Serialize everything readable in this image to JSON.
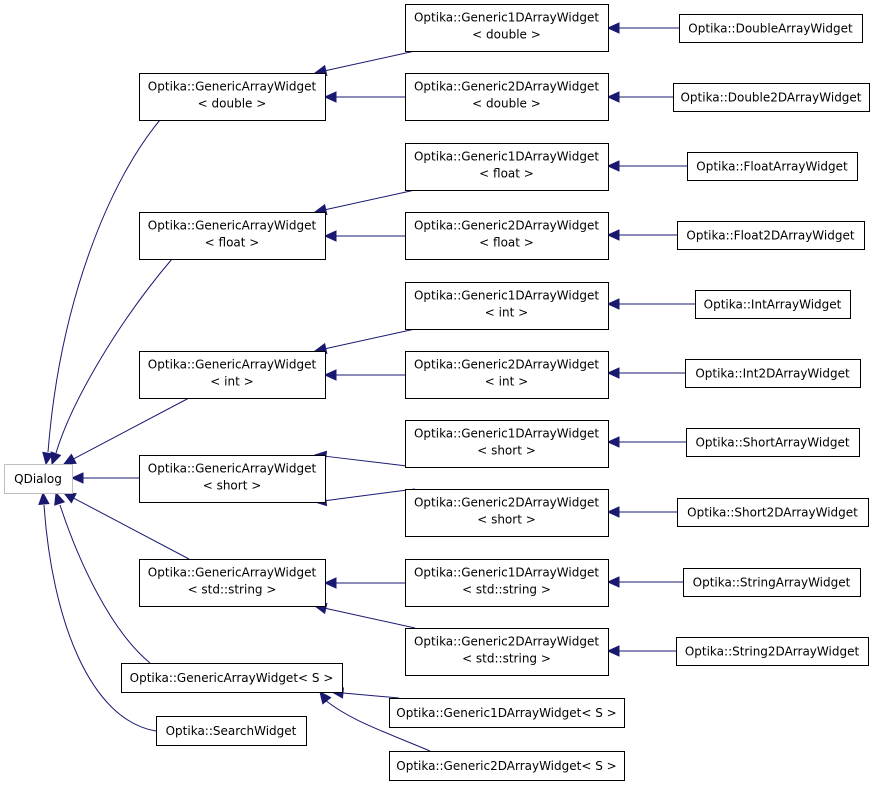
{
  "nodes": {
    "qdialog": [
      "QDialog"
    ],
    "gaw_double": [
      "Optika::GenericArrayWidget",
      "< double >"
    ],
    "gaw_float": [
      "Optika::GenericArrayWidget",
      "< float >"
    ],
    "gaw_int": [
      "Optika::GenericArrayWidget",
      "< int >"
    ],
    "gaw_short": [
      "Optika::GenericArrayWidget",
      "< short >"
    ],
    "gaw_string": [
      "Optika::GenericArrayWidget",
      "< std::string >"
    ],
    "gaw_s": [
      "Optika::GenericArrayWidget< S >"
    ],
    "search": [
      "Optika::SearchWidget"
    ],
    "g1d_double": [
      "Optika::Generic1DArrayWidget",
      "< double >"
    ],
    "g2d_double": [
      "Optika::Generic2DArrayWidget",
      "< double >"
    ],
    "g1d_float": [
      "Optika::Generic1DArrayWidget",
      "< float >"
    ],
    "g2d_float": [
      "Optika::Generic2DArrayWidget",
      "< float >"
    ],
    "g1d_int": [
      "Optika::Generic1DArrayWidget",
      "< int >"
    ],
    "g2d_int": [
      "Optika::Generic2DArrayWidget",
      "< int >"
    ],
    "g1d_short": [
      "Optika::Generic1DArrayWidget",
      "< short >"
    ],
    "g2d_short": [
      "Optika::Generic2DArrayWidget",
      "< short >"
    ],
    "g1d_string": [
      "Optika::Generic1DArrayWidget",
      "< std::string >"
    ],
    "g2d_string": [
      "Optika::Generic2DArrayWidget",
      "< std::string >"
    ],
    "g1d_s": [
      "Optika::Generic1DArrayWidget< S >"
    ],
    "g2d_s": [
      "Optika::Generic2DArrayWidget< S >"
    ],
    "double_aw": [
      "Optika::DoubleArrayWidget"
    ],
    "double2d_aw": [
      "Optika::Double2DArrayWidget"
    ],
    "float_aw": [
      "Optika::FloatArrayWidget"
    ],
    "float2d_aw": [
      "Optika::Float2DArrayWidget"
    ],
    "int_aw": [
      "Optika::IntArrayWidget"
    ],
    "int2d_aw": [
      "Optika::Int2DArrayWidget"
    ],
    "short_aw": [
      "Optika::ShortArrayWidget"
    ],
    "short2d_aw": [
      "Optika::Short2DArrayWidget"
    ],
    "string_aw": [
      "Optika::StringArrayWidget"
    ],
    "string2d_aw": [
      "Optika::String2DArrayWidget"
    ]
  },
  "colors": {
    "edge": "#191970",
    "node_border": "#000000",
    "root_border": "#bfbfbf"
  }
}
